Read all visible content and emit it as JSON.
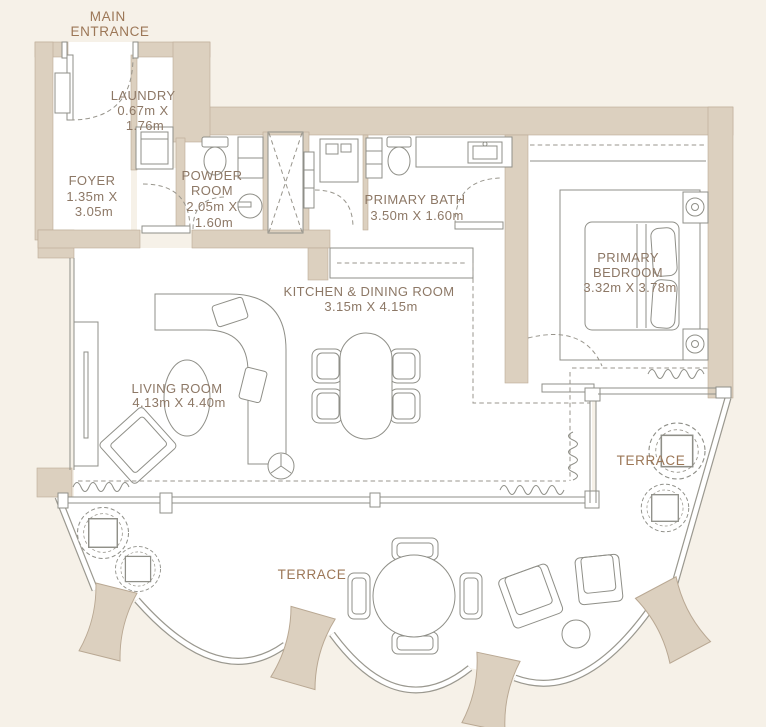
{
  "title": "Apartment floor plan",
  "colors": {
    "background": "#f6f1e8",
    "wall": "#dcd0bf",
    "line_gray": "#8f8f88",
    "room_label": "#8d7866",
    "accent_label": "#9c7757",
    "terrace_floor": "#ffffff"
  },
  "rooms": [
    {
      "name": "MAIN ENTRANCE",
      "dimensions": ""
    },
    {
      "name": "LAUNDRY",
      "dimensions": "0.67m X 1.76m"
    },
    {
      "name": "FOYER",
      "dimensions": "1.35m X 3.05m"
    },
    {
      "name": "POWDER ROOM",
      "dimensions": "2.05m X 1.60m"
    },
    {
      "name": "PRIMARY BATH",
      "dimensions": "3.50m X 1.60m"
    },
    {
      "name": "PRIMARY BEDROOM",
      "dimensions": "3.32m X 3.78m"
    },
    {
      "name": "KITCHEN & DINING ROOM",
      "dimensions": "3.15m X 4.15m"
    },
    {
      "name": "LIVING ROOM",
      "dimensions": "4.13m X 4.40m"
    },
    {
      "name": "TERRACE",
      "dimensions": ""
    },
    {
      "name": "TERRACE",
      "dimensions": ""
    }
  ],
  "labels": {
    "main_entrance_1": "MAIN",
    "main_entrance_2": "ENTRANCE",
    "laundry_1": "LAUNDRY",
    "laundry_2": "0.67m X",
    "laundry_3": "1.76m",
    "foyer_1": "FOYER",
    "foyer_2": "1.35m X",
    "foyer_3": "3.05m",
    "powder_1": "POWDER",
    "powder_2": "ROOM",
    "powder_3": "2.05m X",
    "powder_4": "1.60m",
    "bath_1": "PRIMARY BATH",
    "bath_2": "3.50m X 1.60m",
    "bedroom_1": "PRIMARY",
    "bedroom_2": "BEDROOM",
    "bedroom_3": "3.32m X 3.78m",
    "kitchen_1": "KITCHEN & DINING ROOM",
    "kitchen_2": "3.15m X 4.15m",
    "living_1": "LIVING ROOM",
    "living_2": "4.13m X 4.40m",
    "terrace_right": "TERRACE",
    "terrace_bottom": "TERRACE"
  }
}
